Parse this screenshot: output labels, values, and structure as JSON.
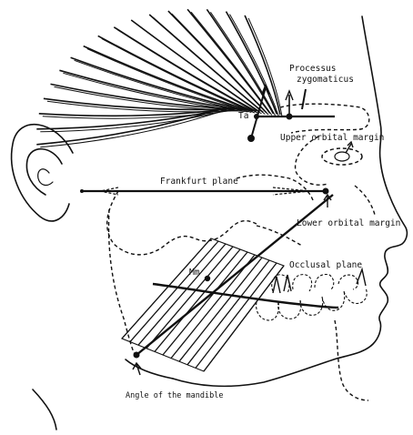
{
  "labels": {
    "processus": "Processus",
    "zygomaticus": "zygomaticus",
    "ta": "Ta",
    "upper_orbital_margin": "Upper orbital margin",
    "frankfurt_plane": "Frankfurt plane",
    "lower_orbital_margin": "Lower orbital margin",
    "occlusal_plane": "Occlusal plane",
    "mm": "Mm",
    "angle_of_mandible": "Angle of the mandible"
  },
  "colors": {
    "ink": "#111111",
    "background": "#ffffff"
  }
}
